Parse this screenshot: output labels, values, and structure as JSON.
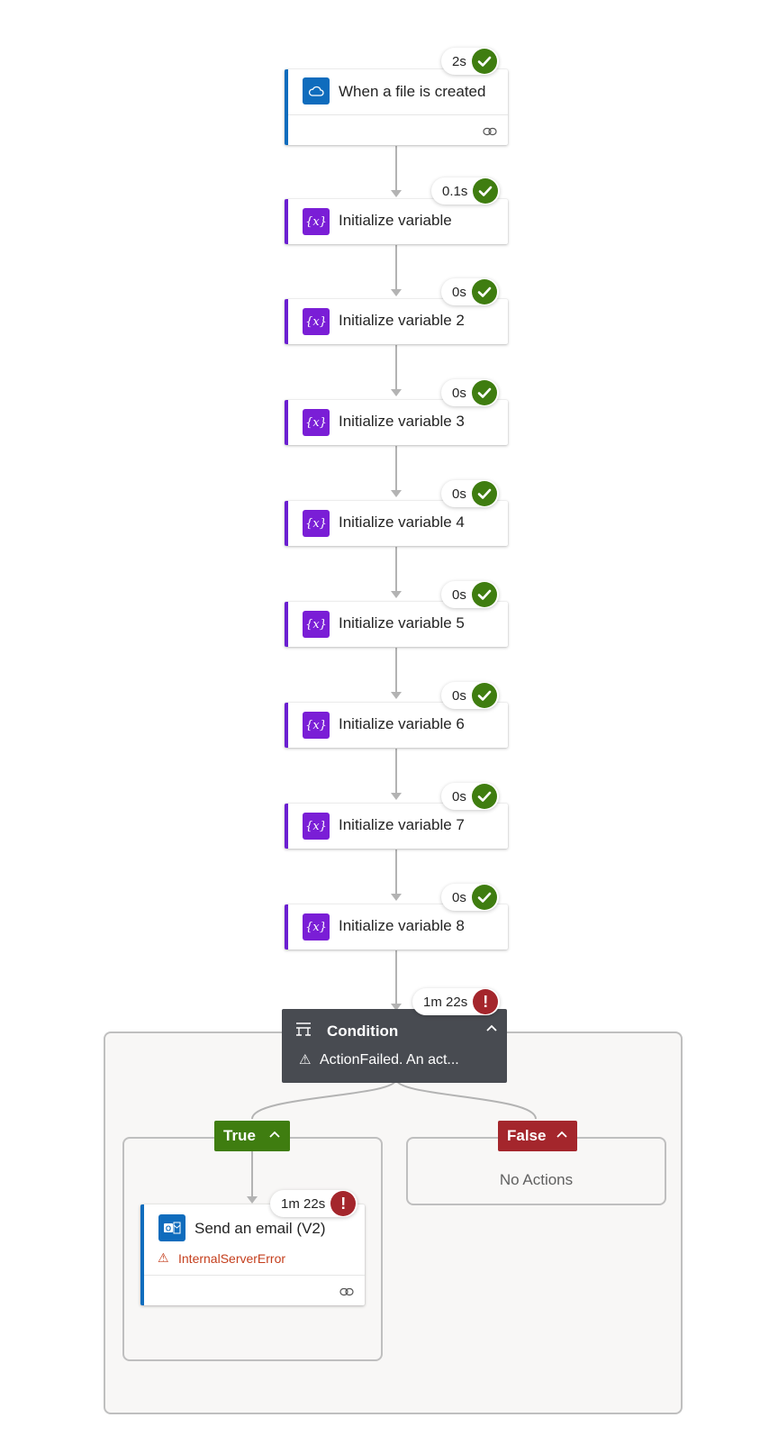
{
  "trigger": {
    "title": "When a file is created",
    "duration": "2s",
    "status": "succeeded",
    "icon": "onedrive-cloud-icon",
    "accent_color": "#0f6cbd"
  },
  "variables": [
    {
      "title": "Initialize variable",
      "duration": "0.1s"
    },
    {
      "title": "Initialize variable 2",
      "duration": "0s"
    },
    {
      "title": "Initialize variable 3",
      "duration": "0s"
    },
    {
      "title": "Initialize variable 4",
      "duration": "0s"
    },
    {
      "title": "Initialize variable 5",
      "duration": "0s"
    },
    {
      "title": "Initialize variable 6",
      "duration": "0s"
    },
    {
      "title": "Initialize variable 7",
      "duration": "0s"
    },
    {
      "title": "Initialize variable 8",
      "duration": "0s"
    }
  ],
  "variable_icon_label": "{x}",
  "condition": {
    "title": "Condition",
    "duration": "1m 22s",
    "status": "failed",
    "error": "ActionFailed. An act...",
    "bg_color": "#484b51"
  },
  "branches": {
    "true": {
      "label": "True",
      "color": "#3f7d10"
    },
    "false": {
      "label": "False",
      "color": "#a4262c",
      "empty_text": "No Actions"
    }
  },
  "email_action": {
    "title": "Send an email (V2)",
    "duration": "1m 22s",
    "status": "failed",
    "error": "InternalServerError",
    "icon": "outlook-icon"
  },
  "colors": {
    "success": "#3f7d10",
    "failure": "#a4262c",
    "variable_accent": "#6b1fd1",
    "connector": "#b3b3b3"
  }
}
